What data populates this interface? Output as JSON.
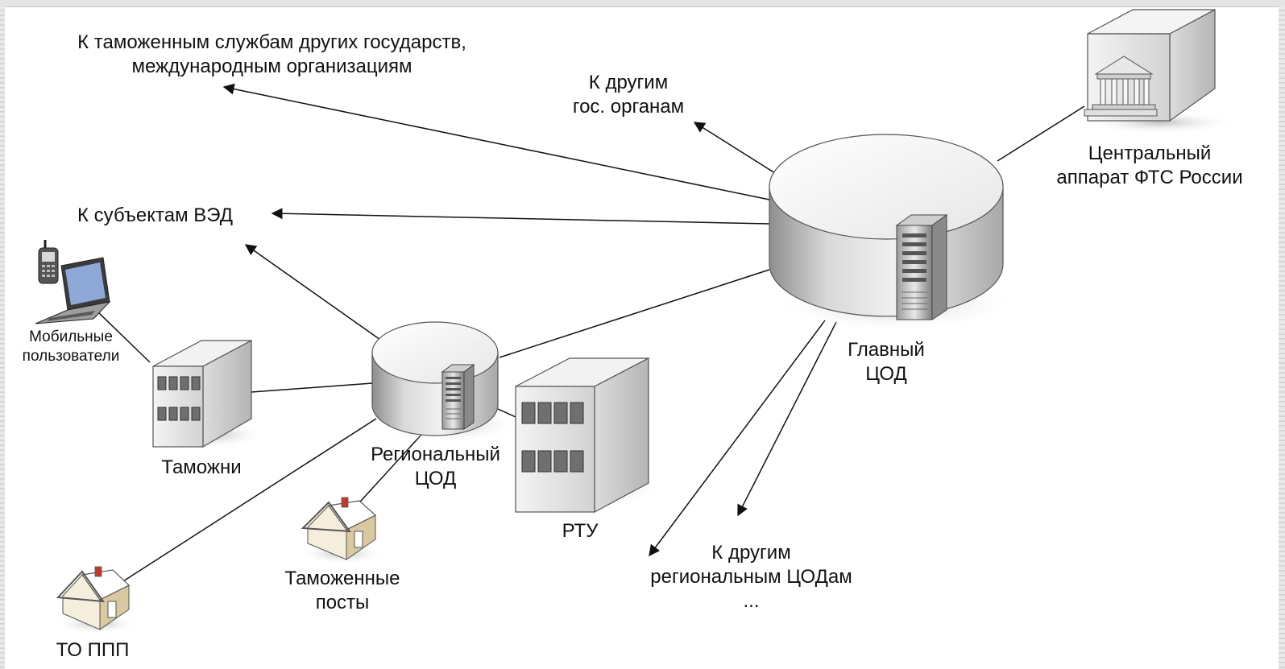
{
  "labels": {
    "foreign_customs": [
      "К таможенным службам других государств,",
      "международным организациям"
    ],
    "other_gov": [
      "К другим",
      "гос. органам"
    ],
    "central_fts": [
      "Центральный",
      "аппарат ФТС России"
    ],
    "ved_subjects": [
      "К субъектам ВЭД"
    ],
    "mobile_users": [
      "Мобильные",
      "пользователи"
    ],
    "main_dc": [
      "Главный",
      "ЦОД"
    ],
    "customs": [
      "Таможни"
    ],
    "regional_dc": [
      "Региональный",
      "ЦОД"
    ],
    "rtu": [
      "РТУ"
    ],
    "other_regional_dc": [
      "К другим",
      "региональным ЦОДам",
      "..."
    ],
    "customs_posts": [
      "Таможенные",
      "посты"
    ],
    "to_ppp": [
      "ТО ППП"
    ]
  },
  "icons": {
    "main_dc": "database-cylinder-icon",
    "regional_dc": "database-cylinder-icon",
    "server": "server-tower-icon",
    "central_fts": "government-building-icon",
    "customs": "office-building-icon",
    "rtu": "office-building-icon",
    "house": "house-icon",
    "laptop": "laptop-icon",
    "phone": "mobile-phone-icon"
  }
}
